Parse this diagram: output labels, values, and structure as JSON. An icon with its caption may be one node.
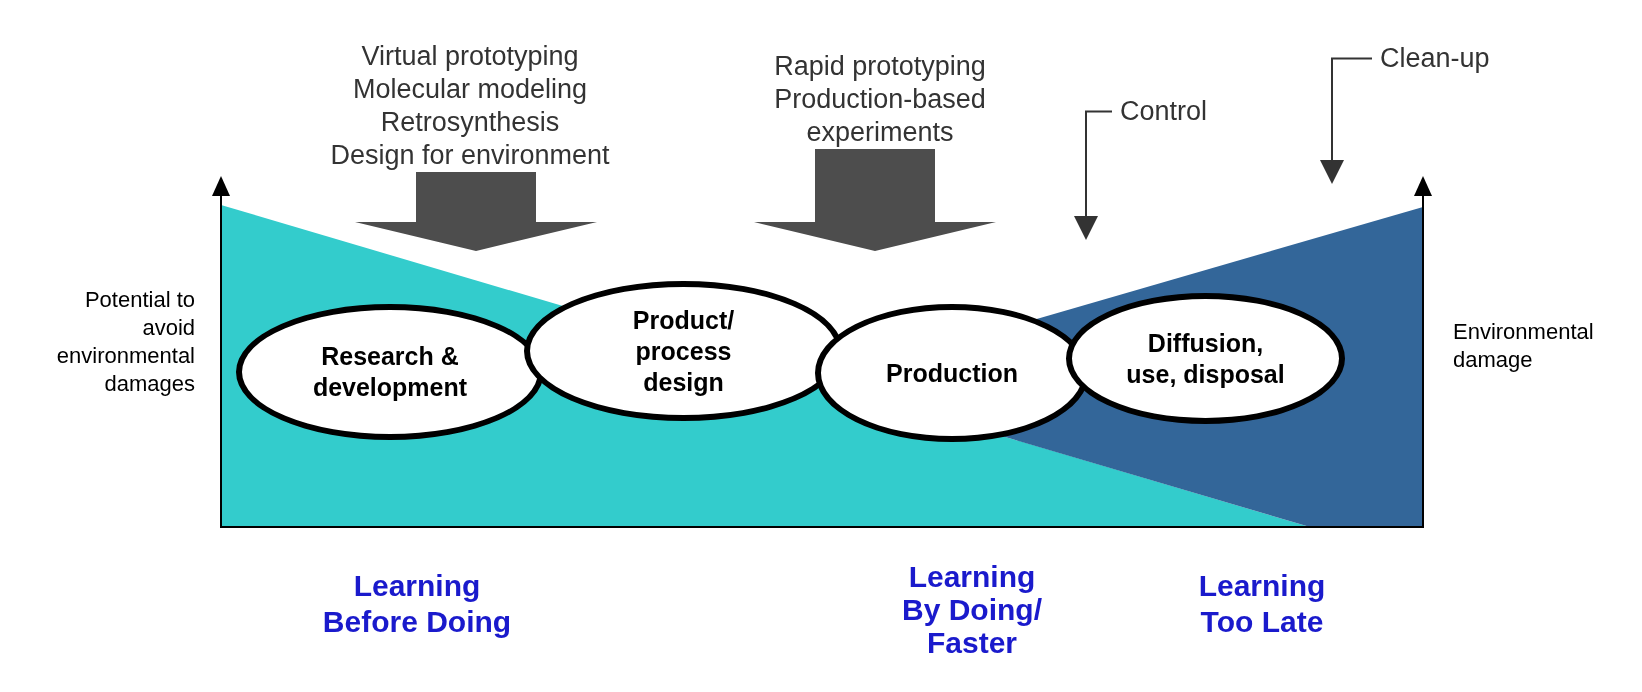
{
  "diagram": {
    "nodes": [
      {
        "text": [
          "Research & development"
        ]
      },
      {
        "text": [
          "Product/ process design"
        ]
      },
      {
        "text": [
          "Production"
        ]
      },
      {
        "text": [
          "Diffusion, use, disposal"
        ]
      },
      {
        "text": [
          "Virtual prototyping",
          "Molecular modeling",
          "Retrosynthesis",
          "Design for environment"
        ]
      },
      {
        "text": [
          "Rapid prototyping",
          "Production-based experiments"
        ]
      },
      {
        "text": [
          "Control"
        ]
      },
      {
        "text": [
          "Clean-up"
        ]
      }
    ],
    "edges": [
      {
        "from": 4,
        "to": null,
        "arrow": "to",
        "style": "thick"
      },
      {
        "from": 5,
        "to": null,
        "arrow": "to",
        "style": "thick"
      },
      {
        "from": 6,
        "to": null,
        "arrow": "to"
      },
      {
        "from": 7,
        "to": null,
        "arrow": "to"
      }
    ],
    "labels": [
      "Potential to avoid environmental damages",
      "Environmental damage",
      "Learning Before Doing",
      "Learning By Doing/ Faster",
      "Learning Too Late"
    ]
  }
}
